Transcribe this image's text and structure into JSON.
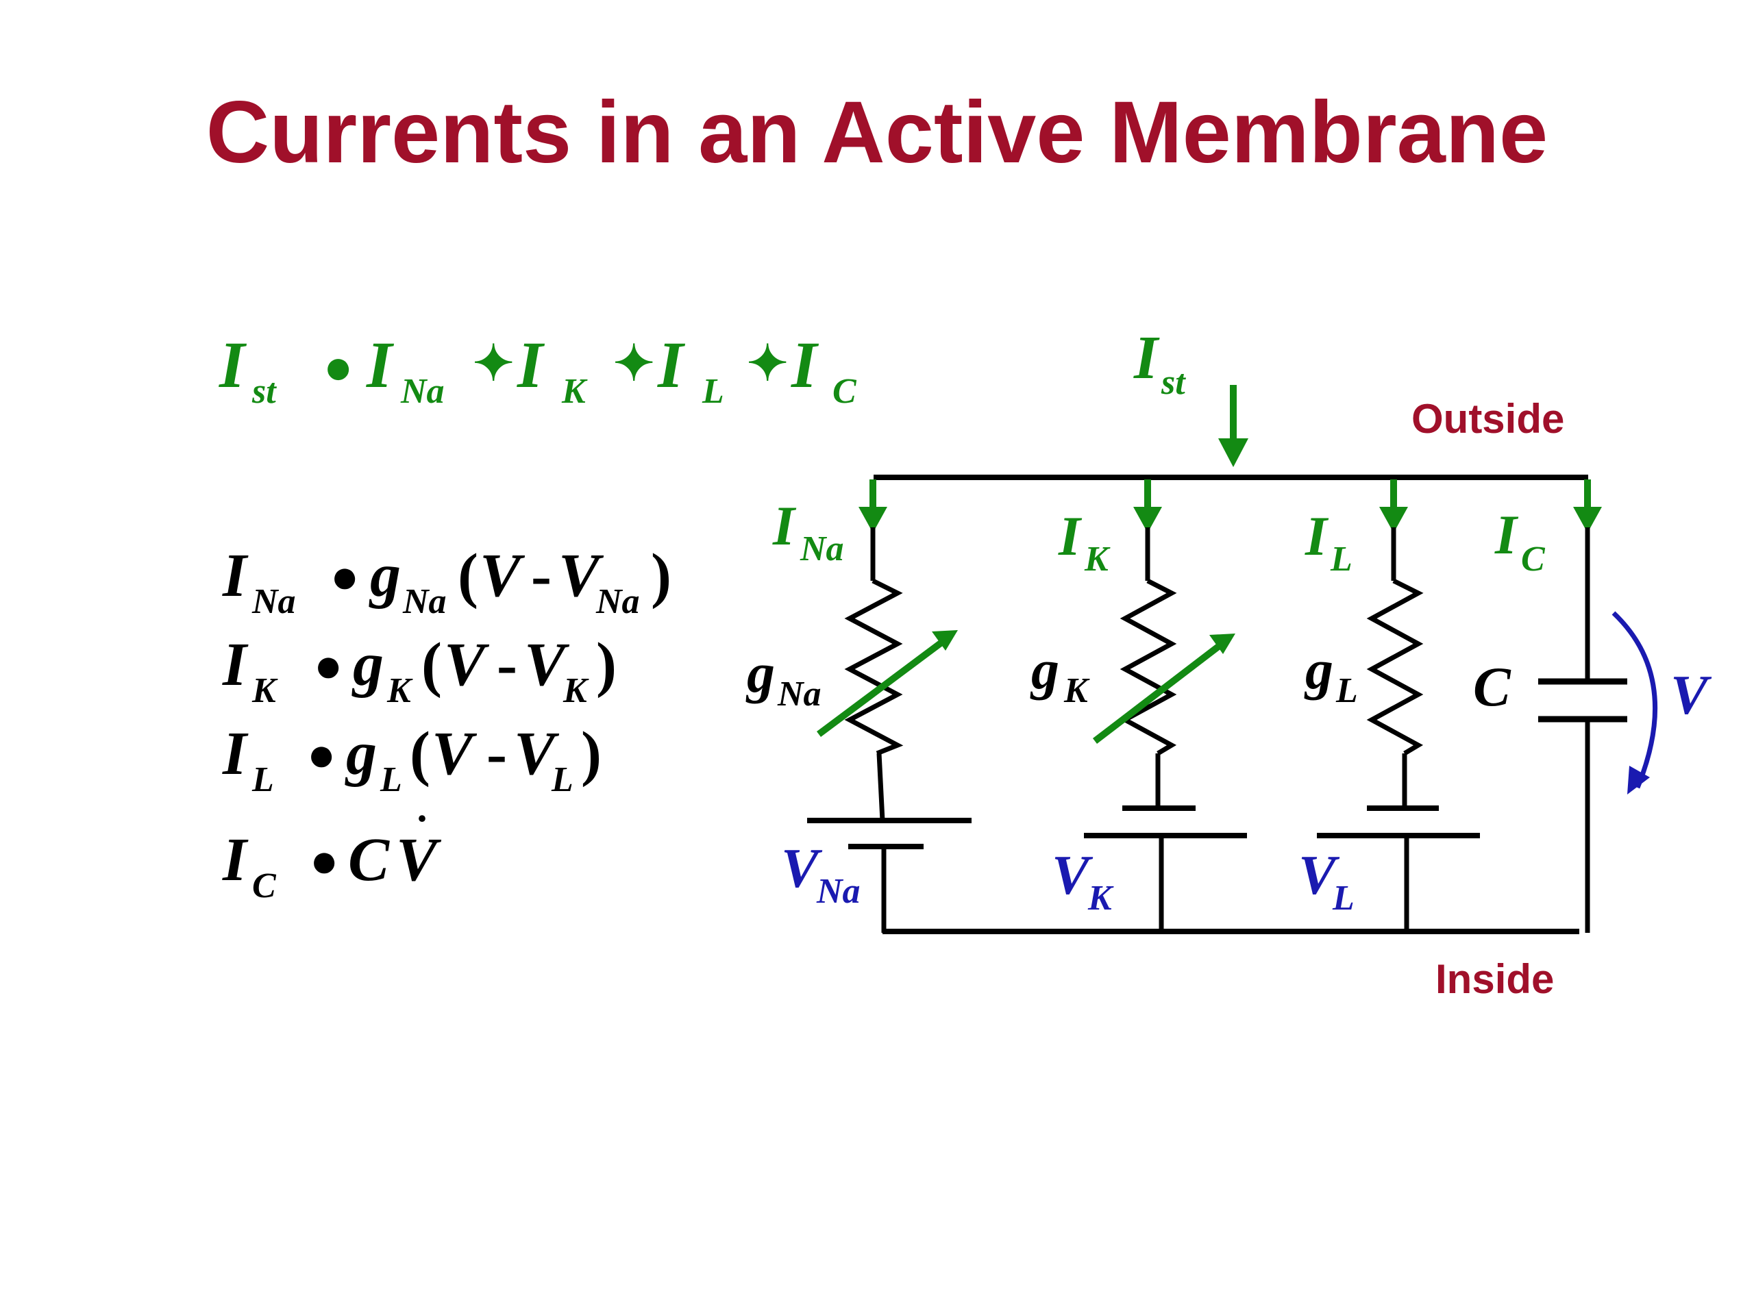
{
  "title": "Currents in an Active Membrane",
  "colors": {
    "title": "#a0102a",
    "green": "#138a13",
    "blue": "#1a1ab0",
    "black": "#000000"
  },
  "top_equation": {
    "lhs": {
      "main": "I",
      "sub": "st"
    },
    "rel": "●",
    "terms": [
      {
        "main": "I",
        "sub": "Na"
      },
      {
        "op": "✦",
        "main": "I",
        "sub": "K"
      },
      {
        "op": "✦",
        "main": "I",
        "sub": "L"
      },
      {
        "op": "✦",
        "main": "I",
        "sub": "C"
      }
    ]
  },
  "equations": [
    {
      "lhs": "I",
      "lhs_sub": "Na",
      "rel": "●",
      "g": "g",
      "g_sub": "Na",
      "open": "(",
      "v": "V",
      "minus": "-",
      "v2": "V",
      "v2_sub": "Na",
      "close": ")"
    },
    {
      "lhs": "I",
      "lhs_sub": "K",
      "rel": "●",
      "g": "g",
      "g_sub": "K",
      "open": "(",
      "v": "V",
      "minus": "-",
      "v2": "V",
      "v2_sub": "K",
      "close": ")"
    },
    {
      "lhs": "I",
      "lhs_sub": "L",
      "rel": "●",
      "g": "g",
      "g_sub": "L",
      "open": "(",
      "v": "V",
      "minus": "-",
      "v2": "V",
      "v2_sub": "L",
      "close": ")"
    },
    {
      "lhs": "I",
      "lhs_sub": "C",
      "rel": "●",
      "rhs": "C",
      "rhs_v": "V",
      "dot": "·"
    }
  ],
  "circuit": {
    "outside": "Outside",
    "inside": "Inside",
    "stim": {
      "main": "I",
      "sub": "st"
    },
    "branches": [
      {
        "current": "I",
        "current_sub": "Na",
        "cond": "g",
        "cond_sub": "Na",
        "battery": "V",
        "battery_sub": "Na"
      },
      {
        "current": "I",
        "current_sub": "K",
        "cond": "g",
        "cond_sub": "K",
        "battery": "V",
        "battery_sub": "K"
      },
      {
        "current": "I",
        "current_sub": "L",
        "cond": "g",
        "cond_sub": "L",
        "battery": "V",
        "battery_sub": "L"
      },
      {
        "current": "I",
        "current_sub": "C",
        "cap": "C"
      }
    ],
    "voltage": "V"
  }
}
